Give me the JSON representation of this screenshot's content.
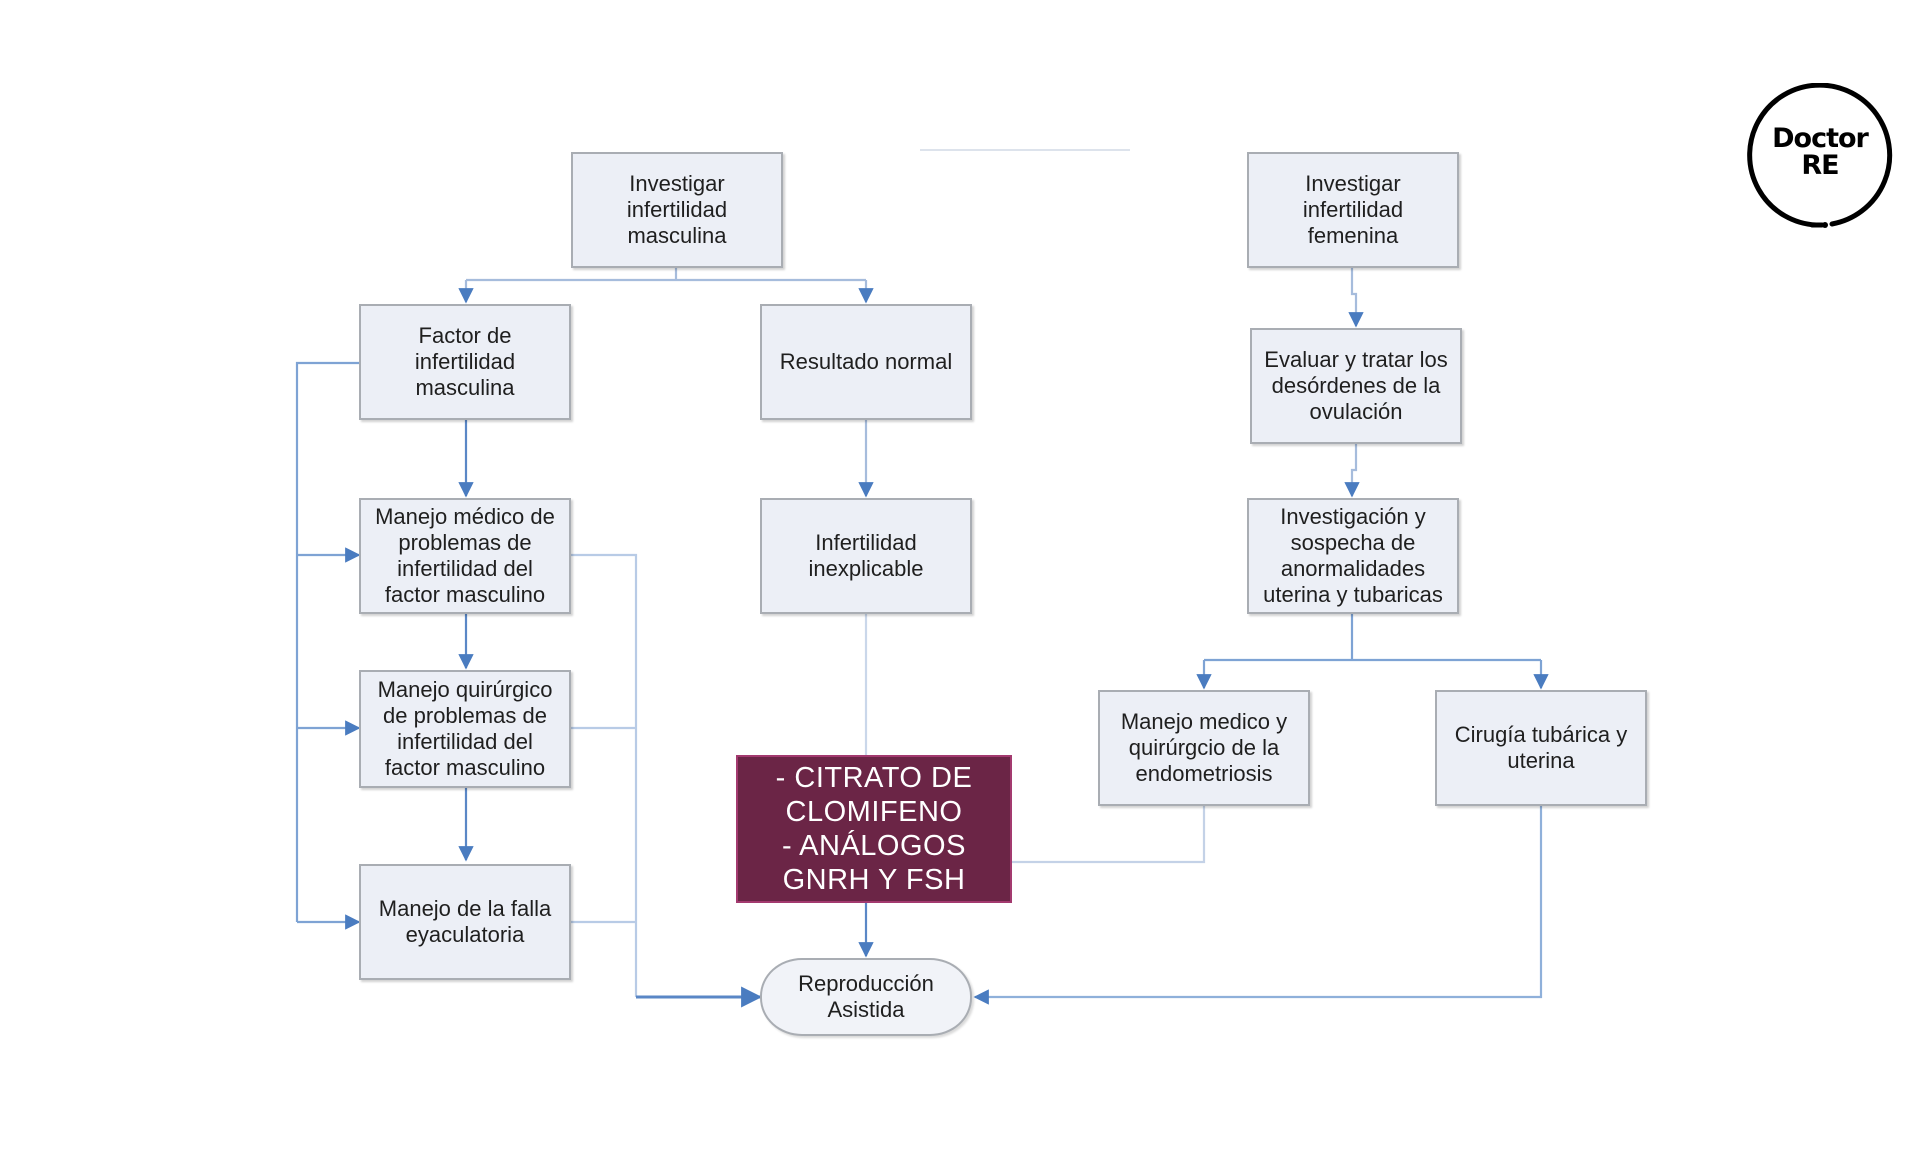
{
  "colors": {
    "connector": "#4a7cc0",
    "box_fill": "#eceff6",
    "box_border": "#a9adb3",
    "highlight_fill": "#6b2546",
    "highlight_text": "#ffffff"
  },
  "logo": {
    "text": "Doctor\nRE"
  },
  "nodes": {
    "investigar_masculina": "Investigar\ninfertilidad\nmasculina",
    "investigar_femenina": "Investigar\ninfertilidad\nfemenina",
    "factor_masculina": "Factor de\ninfertilidad\nmasculina",
    "resultado_normal": "Resultado normal",
    "evaluar_ovulacion": "Evaluar y tratar los\ndesórdenes de la\novulación",
    "manejo_medico": "Manejo médico de\nproblemas de\ninfertilidad del\nfactor masculino",
    "infertilidad_inexplicable": "Infertilidad\ninexplicable",
    "investigacion_uterina": "Investigación y\nsospecha de\nanormalidades\nuterina y tubaricas",
    "manejo_quirurgico": "Manejo quirúrgico\nde problemas de\ninfertilidad del\nfactor masculino",
    "manejo_endometriosis": "Manejo medico y\nquirúrgcio de la\nendometriosis",
    "cirugia_tubarica": "Cirugía tubárica y\nuterina",
    "tratamiento": "- CITRATO DE\nCLOMIFENO\n- ANÁLOGOS\nGNRH Y FSH",
    "manejo_falla": "Manejo de la falla\neyaculatoria",
    "reproduccion_asistida": "Reproducción\nAsistida"
  }
}
